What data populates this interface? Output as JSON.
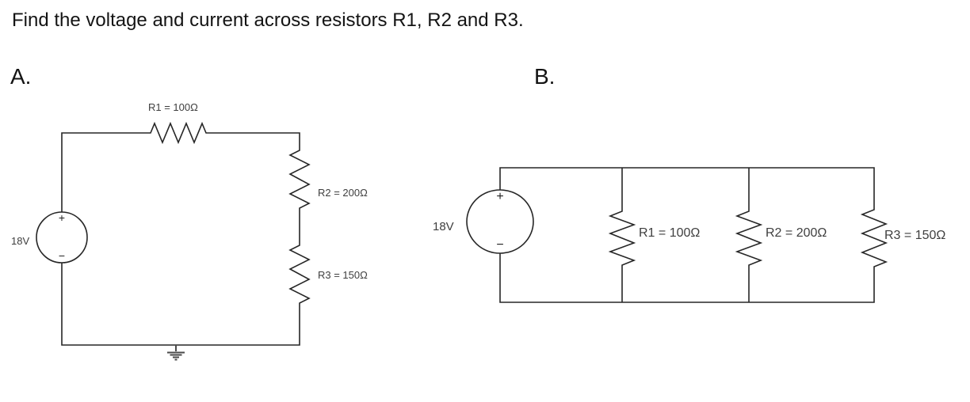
{
  "title": "Find the voltage and current across resistors R1, R2 and R3.",
  "colors": {
    "line": "#262626",
    "label_text": "#3e3e3e",
    "title_text": "#141414",
    "background": "#ffffff"
  },
  "circuit_a": {
    "section_label": "A.",
    "source": {
      "label": "18V",
      "plus": "+",
      "minus": "−"
    },
    "resistors": {
      "r1": "R1 = 100Ω",
      "r2": "R2 = 200Ω",
      "r3": "R3 = 150Ω"
    }
  },
  "circuit_b": {
    "section_label": "B.",
    "source": {
      "label": "18V",
      "plus": "+",
      "minus": "−"
    },
    "resistors": {
      "r1": "R1 = 100Ω",
      "r2": "R2 = 200Ω",
      "r3": "R3 = 150Ω"
    }
  }
}
